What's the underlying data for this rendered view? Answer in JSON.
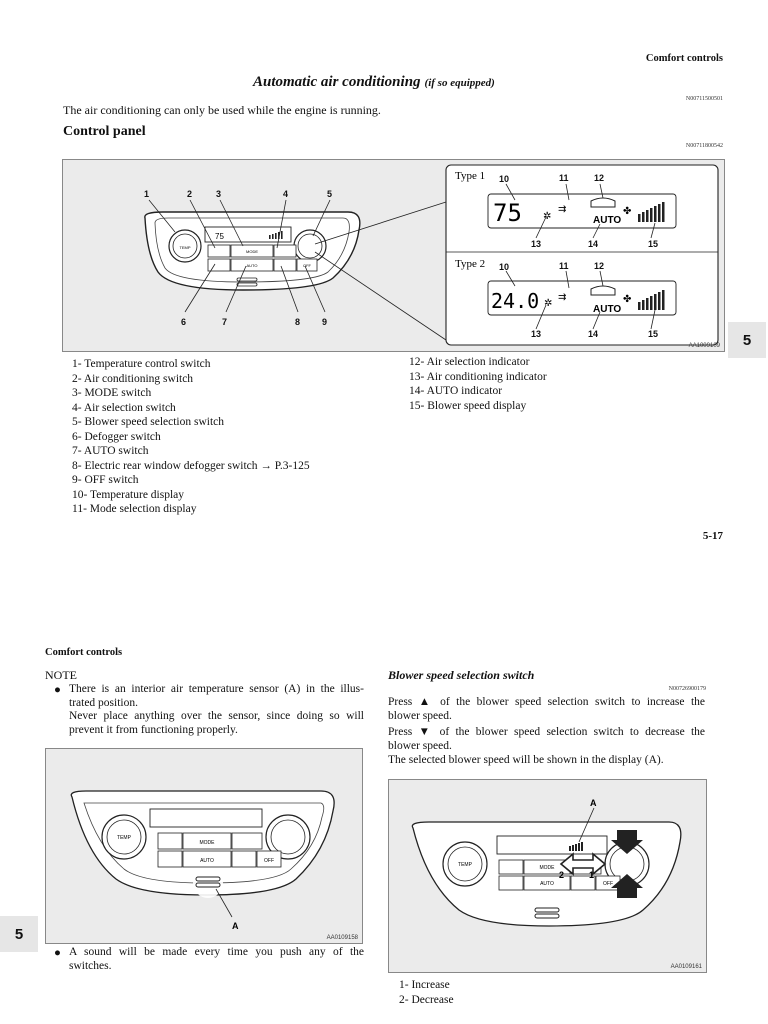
{
  "top_page": {
    "running_header": "Comfort controls",
    "title_main": "Automatic air conditioning",
    "title_sub": "(if so equipped)",
    "code_title": "N00711500501",
    "intro": "The air conditioning can only be used while the engine is running.",
    "section_heading": "Control panel",
    "code_section": "N00711800542",
    "figure": {
      "code": "AA1009109",
      "type1_label": "Type 1",
      "type2_label": "Type 2",
      "type1_temp": "75",
      "type2_temp": "24.0",
      "auto_text": "AUTO",
      "callouts_panel": [
        "1",
        "2",
        "3",
        "4",
        "5",
        "6",
        "7",
        "8",
        "9"
      ],
      "callouts_display": [
        "10",
        "11",
        "12",
        "13",
        "14",
        "15"
      ],
      "panel_labels": {
        "temp": "TEMP",
        "mode": "MODE",
        "auto": "AUTO",
        "off": "OFF",
        "mini_temp": "75"
      }
    },
    "legend_left": [
      "1- Temperature control switch",
      "2- Air conditioning switch",
      "3- MODE switch",
      "4- Air selection switch",
      "5- Blower speed selection switch",
      "6- Defogger switch",
      "7- AUTO switch",
      "8- Electric rear window defogger switch → P.3-125",
      "9- OFF switch",
      "10- Temperature display",
      "11- Mode selection display"
    ],
    "legend_right": [
      "12- Air selection indicator",
      "13- Air conditioning indicator",
      "14- AUTO indicator",
      "15- Blower speed display"
    ],
    "chapter_tab": "5",
    "page_number": "5-17"
  },
  "bottom_page": {
    "running_header": "Comfort controls",
    "chapter_tab": "5",
    "note_heading": "NOTE",
    "note_bullet1_line1": "There is an interior air temperature sensor (A) in the illus-",
    "note_bullet1_line2": "trated position.",
    "note_bullet1_line3": "Never place anything over the sensor, since doing so will",
    "note_bullet1_line4": "prevent it from functioning properly.",
    "left_figure_code": "AA0109158",
    "left_figure_label_a": "A",
    "bullet2_line1": "A sound will be made every time you push any of the",
    "bullet2_line2": "switches.",
    "blower_heading": "Blower speed selection switch",
    "blower_code": "N00726900179",
    "press_word": "Press",
    "press1_rest": "of the blower speed selection switch to increase the",
    "press1_cont": "blower speed.",
    "press2_rest": "of the blower speed selection switch to decrease the",
    "press2_cont": "blower speed.",
    "selected_line": "The selected blower speed will be shown in the display (A).",
    "right_figure_code": "AA0109161",
    "right_figure_label_a": "A",
    "right_figure_num1": "1",
    "right_figure_num2": "2",
    "legend": [
      "1- Increase",
      "2- Decrease"
    ]
  }
}
